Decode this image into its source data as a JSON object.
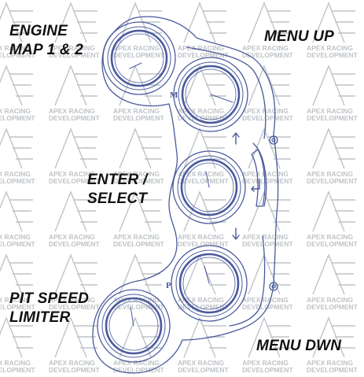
{
  "colors": {
    "outline": "#4a5a9c",
    "watermark": "#bfc3c7",
    "label": "#111111"
  },
  "watermark": {
    "line1": "APEX RACING",
    "line2": "DEVELOPMENT"
  },
  "labels": {
    "engine_map_line1": "ENGINE",
    "engine_map_line2": "MAP 1 & 2",
    "menu_up": "MENU UP",
    "enter_select_line1": "ENTER /",
    "enter_select_line2": "SELECT",
    "pit_speed_line1": "PIT SPEED",
    "pit_speed_line2": "LIMITER",
    "menu_dwn": "MENU DWN"
  },
  "knob_letters": {
    "m": "M",
    "p": "P"
  },
  "icons": {
    "up_arrow": "up-arrow-icon",
    "down_arrow": "down-arrow-icon",
    "enter": "enter-return-icon"
  }
}
